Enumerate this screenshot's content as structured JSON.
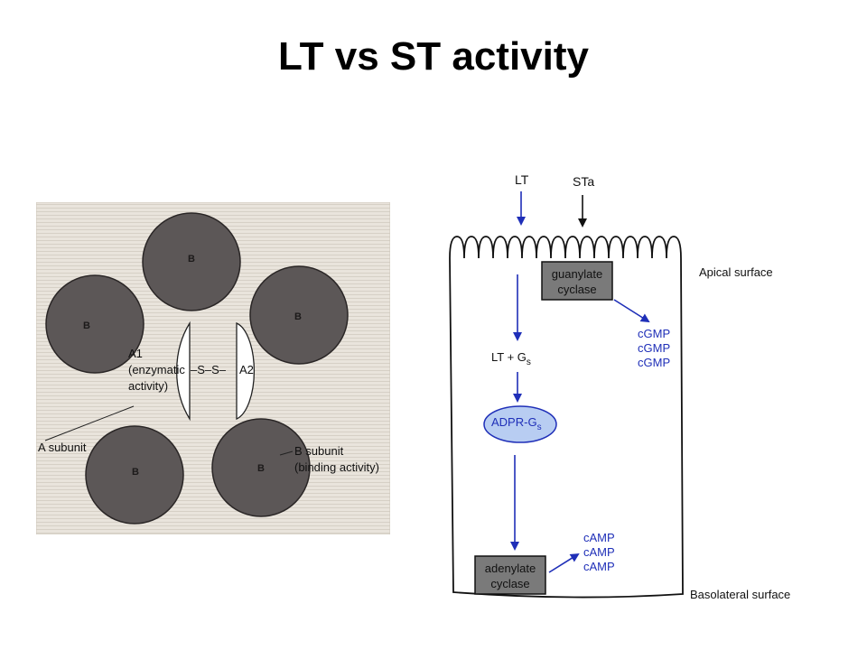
{
  "slide": {
    "title": "LT vs ST activity"
  },
  "toxin_structure": {
    "b_label": "B",
    "a1_line1": "A1",
    "a1_line2": "(enzymatic",
    "a1_line3": "activity)",
    "disulfide": "–S–S–",
    "a2_label": "A2",
    "a_subunit_label": "A subunit",
    "b_subunit_line1": "B subunit",
    "b_subunit_line2": "(binding activity)"
  },
  "cell_diagram": {
    "lt_label": "LT",
    "sta_label": "STa",
    "apical_label": "Apical surface",
    "basolateral_label": "Basolateral surface",
    "guanylate_line1": "guanylate",
    "guanylate_line2": "cyclase",
    "cgmp": [
      "cGMP",
      "cGMP",
      "cGMP"
    ],
    "lt_gs_main": "LT + G",
    "lt_gs_sub": "s",
    "adpr_main": "ADPR-G",
    "adpr_sub": "s",
    "adenylate_line1": "adenylate",
    "adenylate_line2": "cyclase",
    "camp": [
      "cAMP",
      "cAMP",
      "cAMP"
    ]
  },
  "colors": {
    "arrow_blue": "#1f2fb8",
    "box_gray": "#7a7a7a",
    "ellipse_fill": "#b8cdf2",
    "circle_dark": "#5c5757",
    "page_bg": "#e9e4dc"
  }
}
